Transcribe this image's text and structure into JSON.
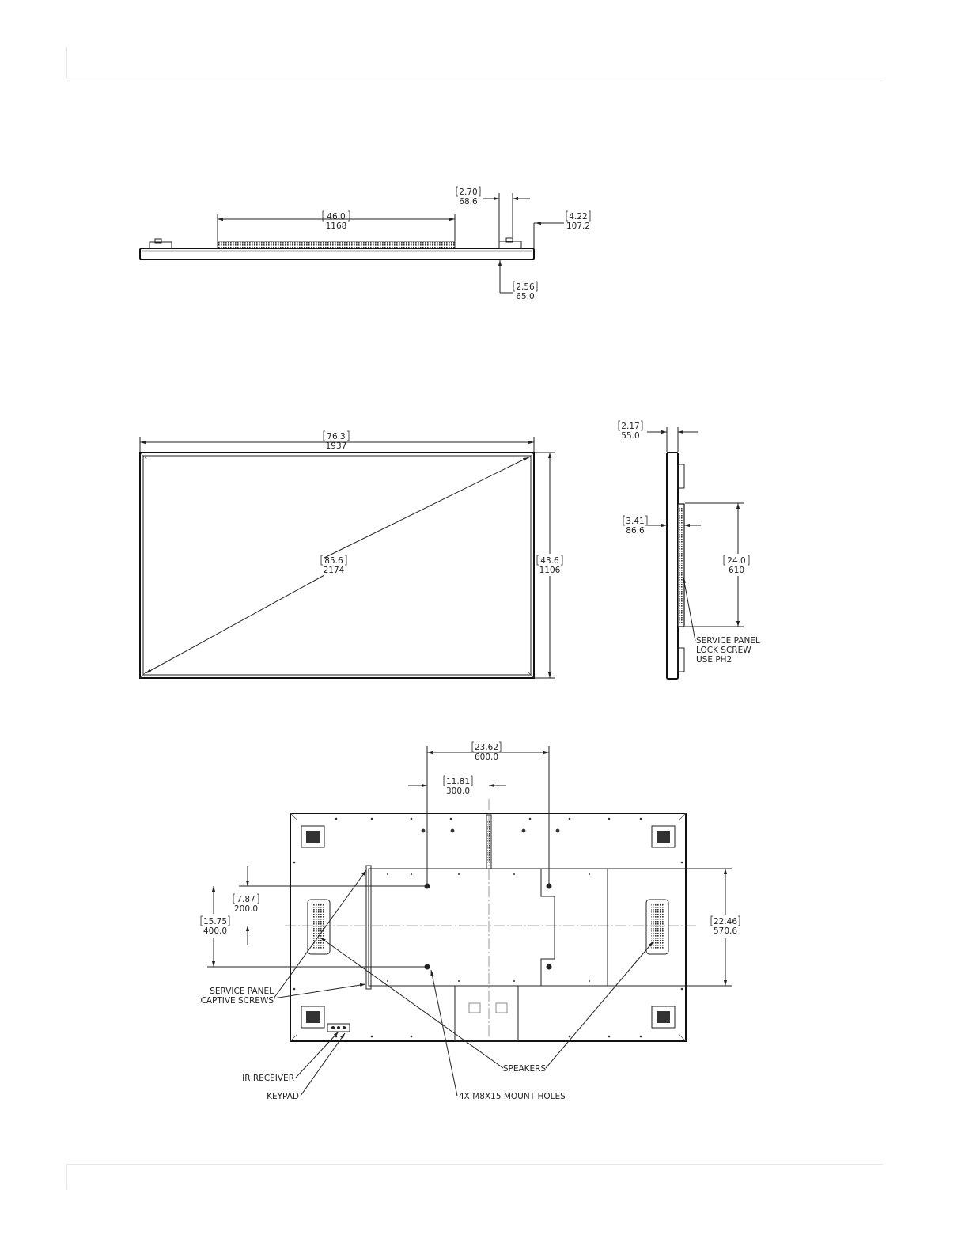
{
  "dims": {
    "top_speaker_width": {
      "in": "46.0",
      "mm": "1168"
    },
    "top_mount_offset": {
      "in": "2.70",
      "mm": "68.6"
    },
    "top_depth": {
      "in": "4.22",
      "mm": "107.2"
    },
    "top_panel_depth": {
      "in": "2.56",
      "mm": "65.0"
    },
    "front_width": {
      "in": "76.3",
      "mm": "1937"
    },
    "front_diagonal": {
      "in": "85.6",
      "mm": "2174"
    },
    "front_height": {
      "in": "43.6",
      "mm": "1106"
    },
    "side_depth": {
      "in": "2.17",
      "mm": "55.0"
    },
    "side_service_depth": {
      "in": "3.41",
      "mm": "86.6"
    },
    "side_service_height": {
      "in": "24.0",
      "mm": "610"
    },
    "rear_mount_h_outer": {
      "in": "23.62",
      "mm": "600.0"
    },
    "rear_mount_h_inner": {
      "in": "11.81",
      "mm": "300.0"
    },
    "rear_mount_v_inner": {
      "in": "7.87",
      "mm": "200.0"
    },
    "rear_mount_v_outer": {
      "in": "15.75",
      "mm": "400.0"
    },
    "rear_service_height": {
      "in": "22.46",
      "mm": "570.6"
    }
  },
  "labels": {
    "service_lock_1": "SERVICE PANEL",
    "service_lock_2": "LOCK SCREW",
    "service_lock_3": "USE PH2",
    "captive_1": "SERVICE PANEL",
    "captive_2": "CAPTIVE SCREWS",
    "ir_receiver": "IR RECEIVER",
    "keypad": "KEYPAD",
    "speakers": "SPEAKERS",
    "mount_holes": "4X M8X15 MOUNT HOLES"
  }
}
